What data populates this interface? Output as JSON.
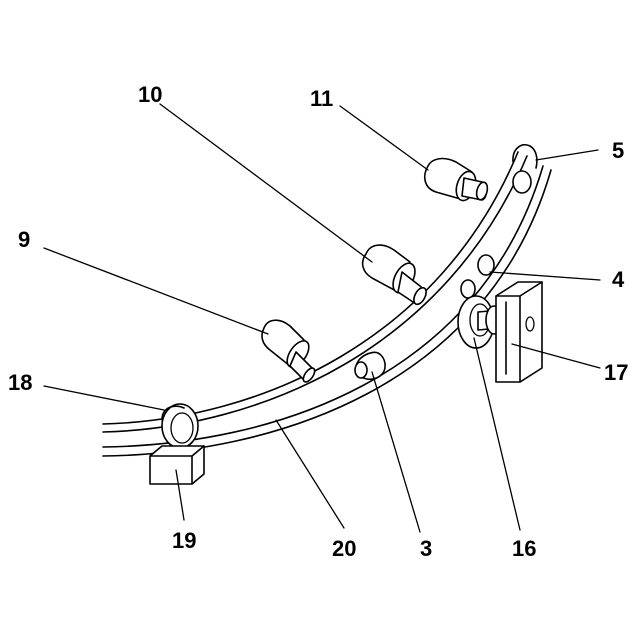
{
  "labels": {
    "l3": "3",
    "l4": "4",
    "l5": "5",
    "l9": "9",
    "l10": "10",
    "l11": "11",
    "l16": "16",
    "l17": "17",
    "l18": "18",
    "l19": "19",
    "l20": "20"
  }
}
